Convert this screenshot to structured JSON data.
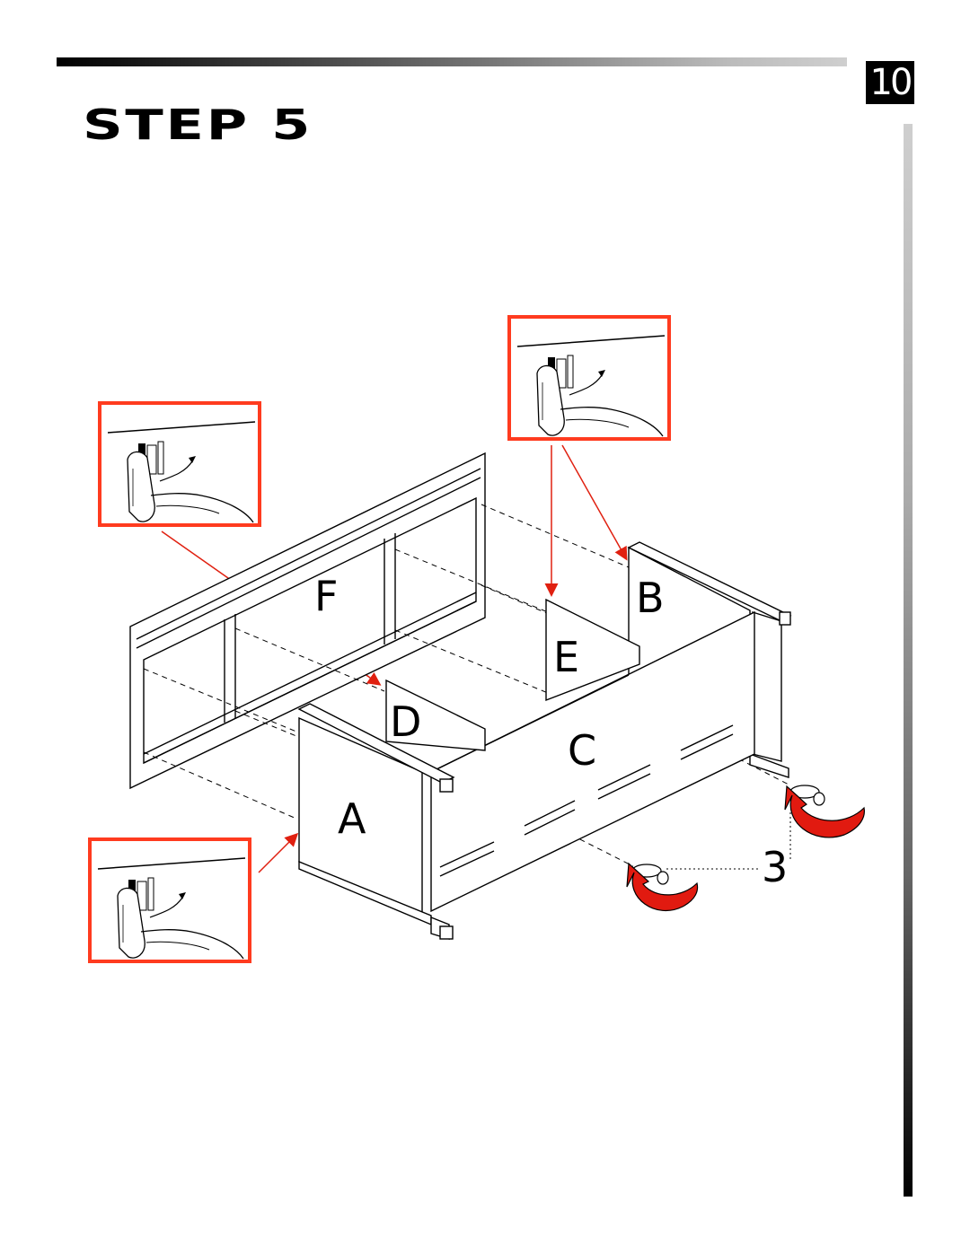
{
  "page": {
    "number": "10"
  },
  "step": {
    "title": "STEP 5"
  },
  "parts": {
    "a": "A",
    "b": "B",
    "c": "C",
    "d": "D",
    "e": "E",
    "f": "F"
  },
  "hardware": {
    "count_label": "3"
  },
  "colors": {
    "callout_border": "#ff3b1f",
    "arrow": "#e02010",
    "rotate_arrow": "#e11a10"
  },
  "callouts": [
    {
      "id": "detail-top-right",
      "icon": "hand-lever-icon"
    },
    {
      "id": "detail-left-middle",
      "icon": "hand-lever-icon"
    },
    {
      "id": "detail-bottom-left",
      "icon": "hand-lever-icon"
    }
  ]
}
